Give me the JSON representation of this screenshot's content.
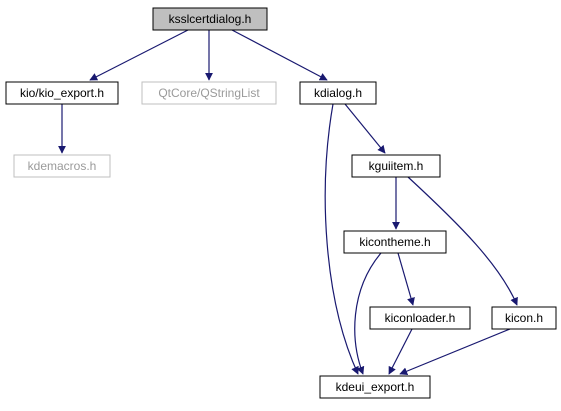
{
  "diagram": {
    "colors": {
      "edge": "#191970",
      "node_border": "#000000",
      "missing_border": "#bfbfbf",
      "missing_text": "#9a9a9a",
      "root_fill": "#bfbfbf",
      "text": "#000000"
    },
    "nodes": [
      {
        "id": "ksslcertdialog",
        "label": "ksslcertdialog.h",
        "kind": "root"
      },
      {
        "id": "kio_export",
        "label": "kio/kio_export.h",
        "kind": "normal"
      },
      {
        "id": "qstringlist",
        "label": "QtCore/QStringList",
        "kind": "missing"
      },
      {
        "id": "kdialog",
        "label": "kdialog.h",
        "kind": "normal"
      },
      {
        "id": "kdemacros",
        "label": "kdemacros.h",
        "kind": "missing"
      },
      {
        "id": "kguiitem",
        "label": "kguiitem.h",
        "kind": "normal"
      },
      {
        "id": "kicontheme",
        "label": "kicontheme.h",
        "kind": "normal"
      },
      {
        "id": "kiconloader",
        "label": "kiconloader.h",
        "kind": "normal"
      },
      {
        "id": "kicon",
        "label": "kicon.h",
        "kind": "normal"
      },
      {
        "id": "kdeui_export",
        "label": "kdeui_export.h",
        "kind": "normal"
      }
    ],
    "edges": [
      {
        "from": "ksslcertdialog",
        "to": "kio_export"
      },
      {
        "from": "ksslcertdialog",
        "to": "qstringlist"
      },
      {
        "from": "ksslcertdialog",
        "to": "kdialog"
      },
      {
        "from": "kio_export",
        "to": "kdemacros"
      },
      {
        "from": "kdialog",
        "to": "kguiitem"
      },
      {
        "from": "kdialog",
        "to": "kdeui_export"
      },
      {
        "from": "kguiitem",
        "to": "kicontheme"
      },
      {
        "from": "kguiitem",
        "to": "kicon"
      },
      {
        "from": "kicontheme",
        "to": "kiconloader"
      },
      {
        "from": "kicontheme",
        "to": "kdeui_export"
      },
      {
        "from": "kiconloader",
        "to": "kdeui_export"
      },
      {
        "from": "kicon",
        "to": "kdeui_export"
      }
    ]
  }
}
